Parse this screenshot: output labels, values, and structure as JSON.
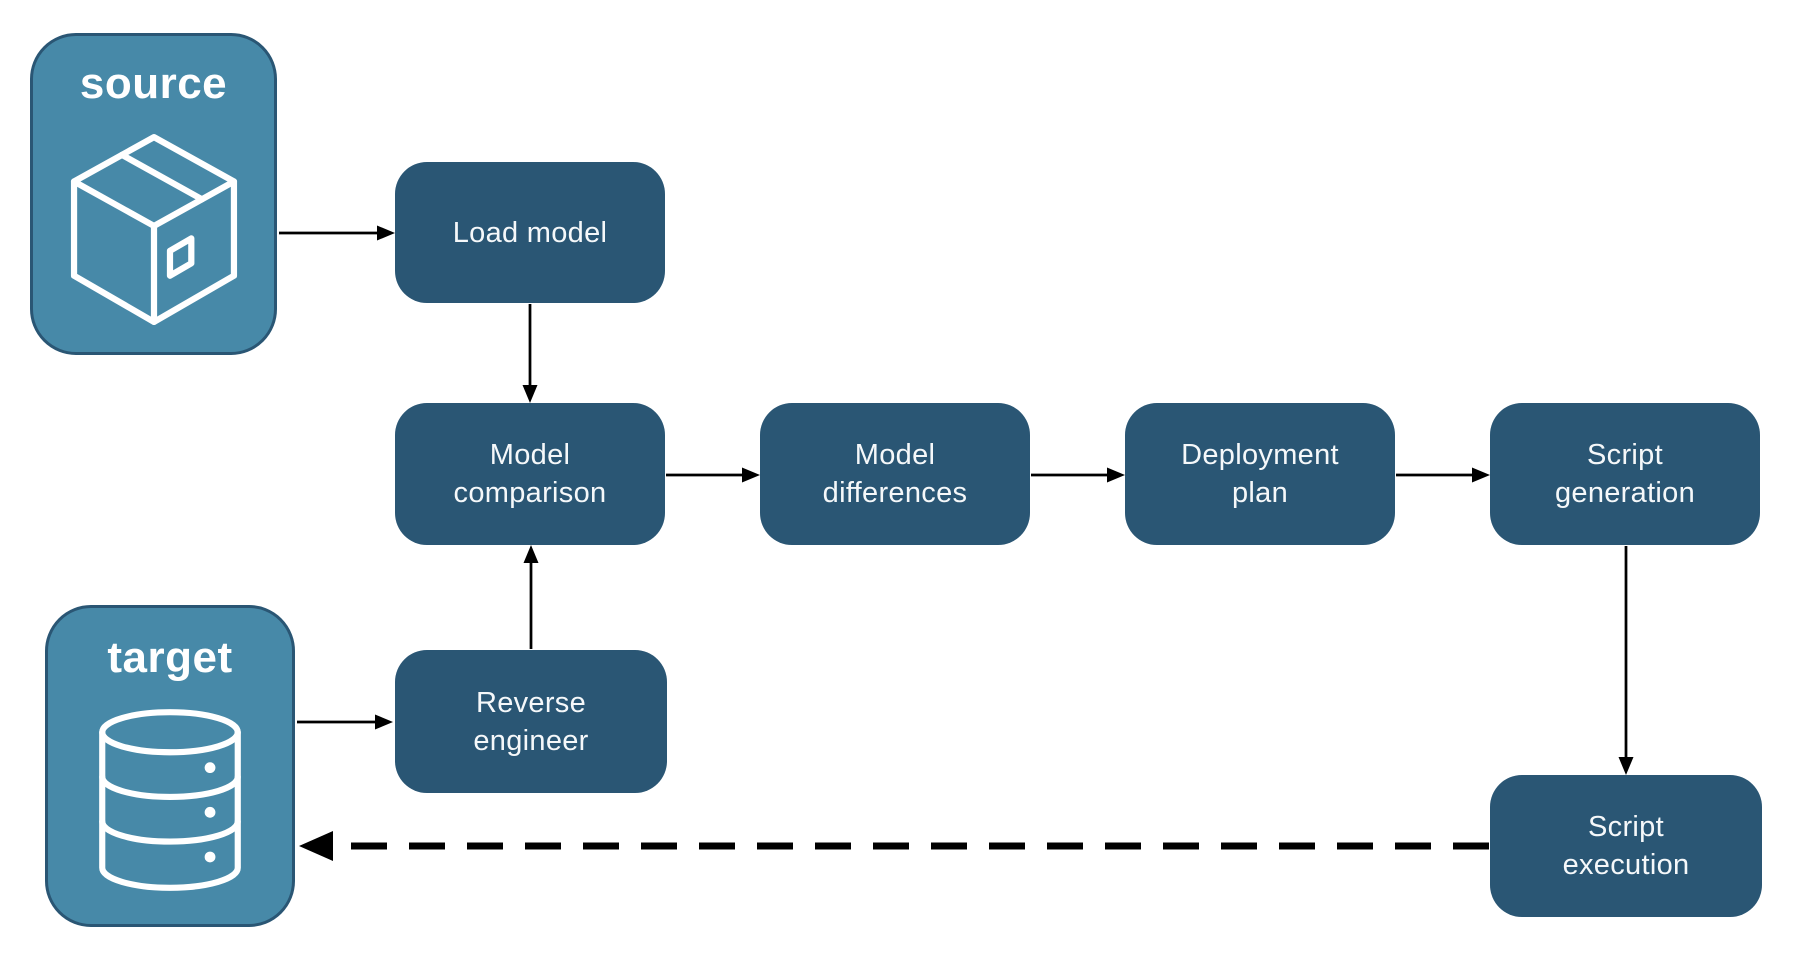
{
  "containers": {
    "source": {
      "label": "source",
      "icon": "package-box-icon"
    },
    "target": {
      "label": "target",
      "icon": "database-cylinder-icon"
    }
  },
  "nodes": {
    "load_model": {
      "label": "Load model",
      "line1": "Load model",
      "line2": ""
    },
    "model_comparison": {
      "label": "Model comparison",
      "line1": "Model",
      "line2": "comparison"
    },
    "model_differences": {
      "label": "Model differences",
      "line1": "Model",
      "line2": "differences"
    },
    "deployment_plan": {
      "label": "Deployment plan",
      "line1": "Deployment",
      "line2": "plan"
    },
    "script_generation": {
      "label": "Script generation",
      "line1": "Script",
      "line2": "generation"
    },
    "reverse_engineer": {
      "label": "Reverse engineer",
      "line1": "Reverse",
      "line2": "engineer"
    },
    "script_execution": {
      "label": "Script execution",
      "line1": "Script",
      "line2": "execution"
    }
  },
  "edges": [
    {
      "from": "source",
      "to": "load_model",
      "style": "solid"
    },
    {
      "from": "load_model",
      "to": "model_comparison",
      "style": "solid"
    },
    {
      "from": "model_comparison",
      "to": "model_differences",
      "style": "solid"
    },
    {
      "from": "model_differences",
      "to": "deployment_plan",
      "style": "solid"
    },
    {
      "from": "deployment_plan",
      "to": "script_generation",
      "style": "solid"
    },
    {
      "from": "script_generation",
      "to": "script_execution",
      "style": "solid"
    },
    {
      "from": "target",
      "to": "reverse_engineer",
      "style": "solid"
    },
    {
      "from": "reverse_engineer",
      "to": "model_comparison",
      "style": "solid"
    },
    {
      "from": "script_execution",
      "to": "target",
      "style": "dashed"
    }
  ],
  "colors": {
    "background": "#ffffff",
    "container_fill": "#4789A8",
    "container_border": "#2A5674",
    "node_fill": "#2A5674",
    "node_text": "#F5F8FA",
    "arrow": "#000000",
    "icon_stroke": "#ffffff"
  }
}
